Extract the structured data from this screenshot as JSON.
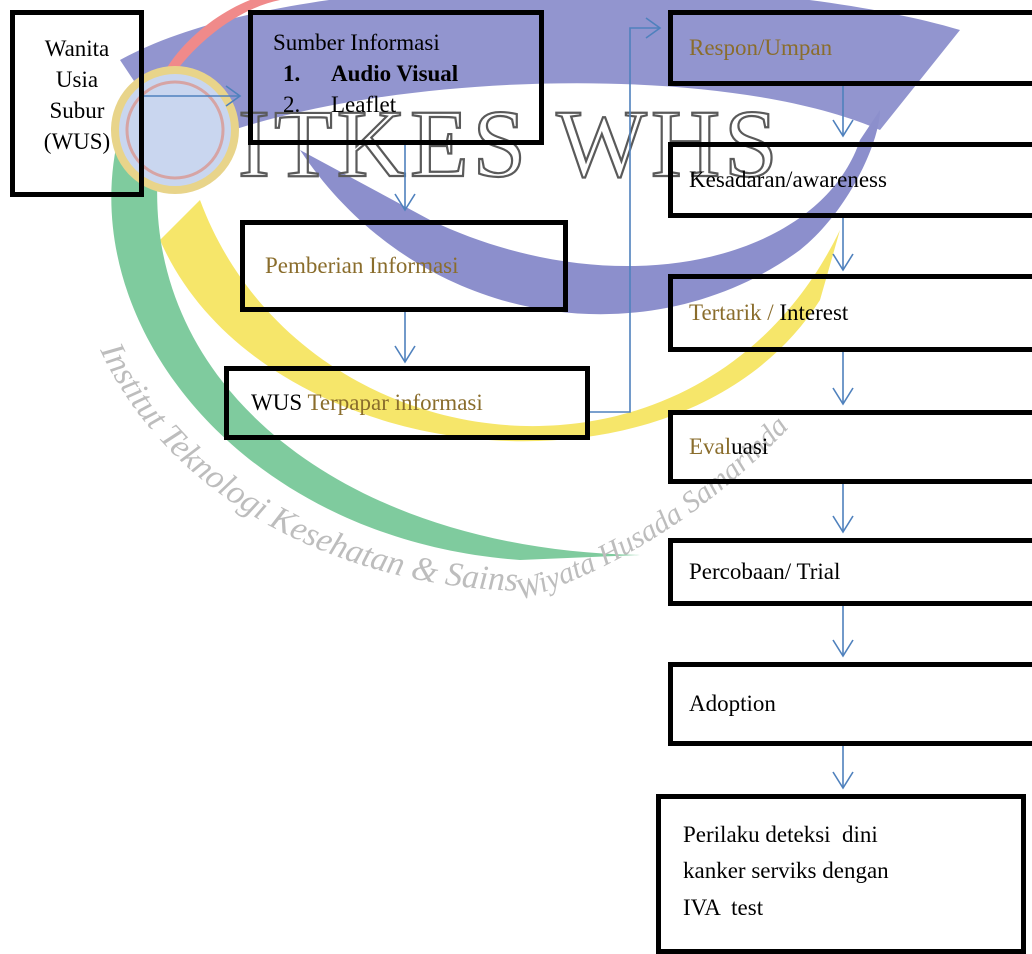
{
  "watermark": {
    "title": "ITKES WHS",
    "arc_text_left": "Institut Teknologi Kesehatan & Sains",
    "arc_text_right": "Wiyata Husada Samarinda",
    "colors": {
      "red": "#f08a8a",
      "blue": "#8c8fcc",
      "yellow": "#f6e66a",
      "green": "#7fcb9e"
    }
  },
  "boxes": {
    "wus": {
      "line1": "Wanita",
      "line2": "Usia",
      "line3": "Subur",
      "line4": "(WUS)"
    },
    "sumber": {
      "title": "Sumber Informasi",
      "items": [
        {
          "num": "1.",
          "label": "Audio Visual"
        },
        {
          "num": "2.",
          "label": "Leaflet"
        }
      ]
    },
    "pemberian": "Pemberian Informasi",
    "terpapar": {
      "part1": "WUS",
      "part2": " Terpapar informasi"
    },
    "stages": [
      "Respon/Umpan",
      "Kesadaran/awareness",
      {
        "part1": "Tertarik / ",
        "part2": "Interest"
      },
      {
        "part1": "Eval",
        "part2": "uasi"
      },
      "Percobaan/ Trial",
      "Adoption"
    ],
    "final": {
      "line1": "Perilaku deteksi  dini",
      "line2": "kanker serviks dengan",
      "line3": "IVA  test"
    }
  },
  "colors": {
    "arrow": "#4f81bd",
    "border": "#000000",
    "text_tan": "#8a6d2c"
  }
}
